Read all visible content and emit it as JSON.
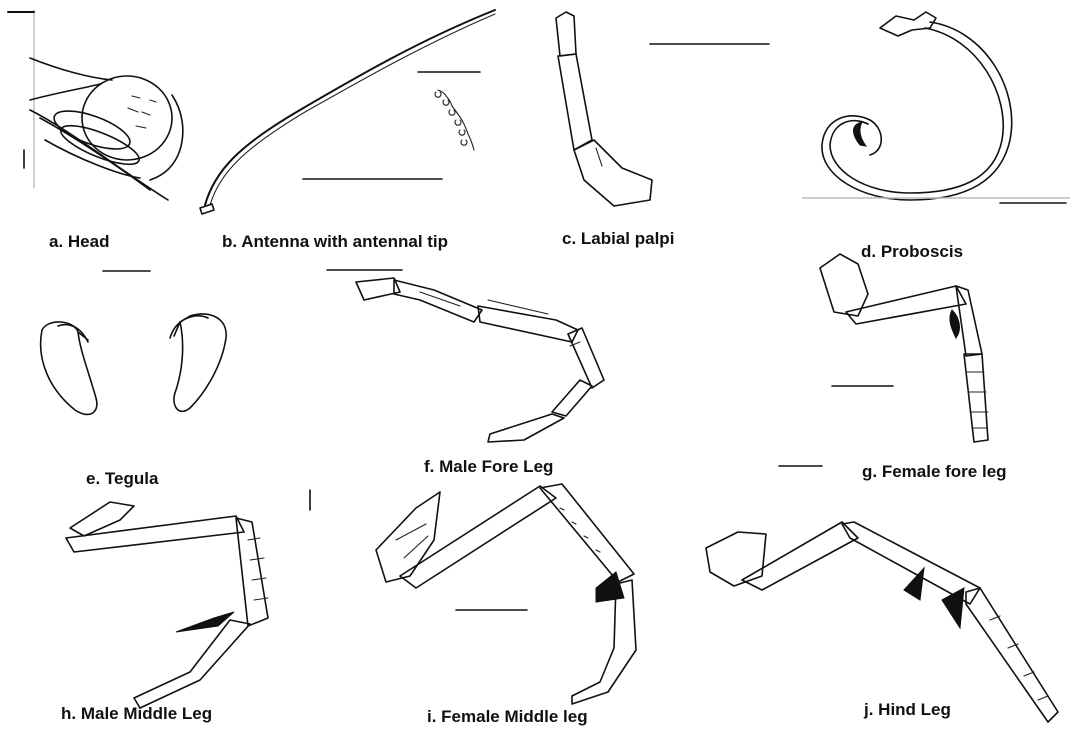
{
  "panels": {
    "a": {
      "caption": "a. Head"
    },
    "b": {
      "caption": "b. Antenna with antennal tip"
    },
    "c": {
      "caption": "c. Labial palpi"
    },
    "d": {
      "caption": "d. Proboscis"
    },
    "e": {
      "caption": "e. Tegula"
    },
    "f": {
      "caption": "f. Male Fore Leg"
    },
    "g": {
      "caption": "g. Female fore leg"
    },
    "h": {
      "caption": "h. Male Middle Leg"
    },
    "i": {
      "caption": "i. Female Middle leg"
    },
    "j": {
      "caption": "j. Hind Leg"
    }
  },
  "style": {
    "line_color": "#111111",
    "background": "#ffffff"
  }
}
